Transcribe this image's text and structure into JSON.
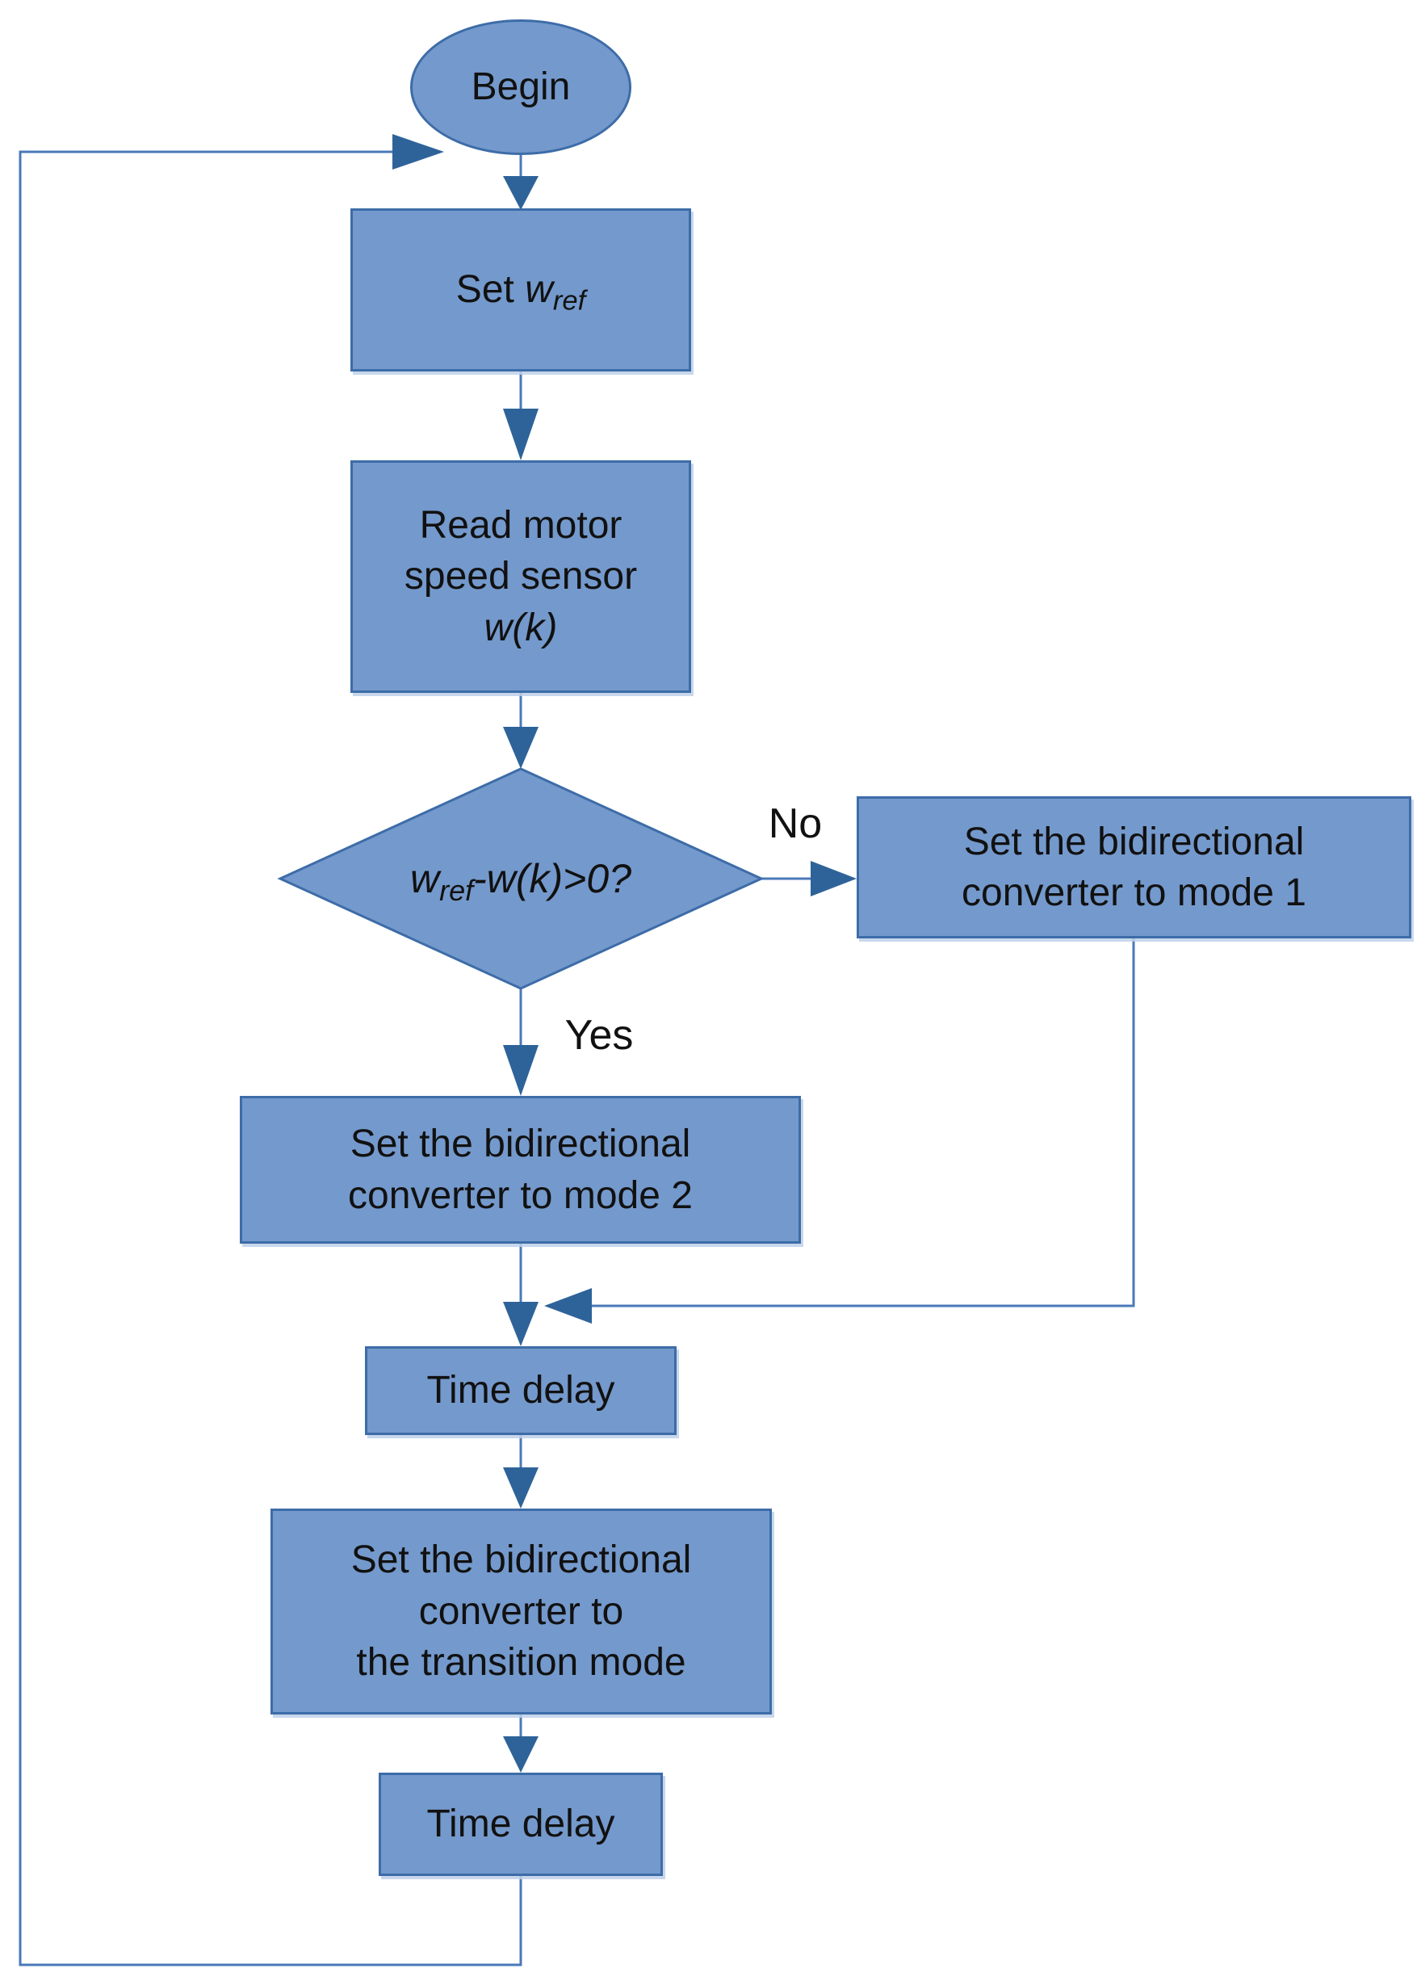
{
  "diagram": {
    "type": "flowchart",
    "colors": {
      "node_fill": "#7499CC",
      "node_border": "#3D6CA8",
      "line": "#4A79B8",
      "arrow": "#2E6399",
      "text": "#111111"
    },
    "nodes": {
      "begin": {
        "label": "Begin"
      },
      "set_wref": {
        "prefix": "Set ",
        "var": "w",
        "sub": "ref"
      },
      "read_sensor": {
        "line1": "Read motor",
        "line2": "speed sensor",
        "math": "w(k)"
      },
      "decision": {
        "var": "w",
        "sub": "ref",
        "rest": "-w(k)>0?"
      },
      "mode1": {
        "line1": "Set the bidirectional",
        "line2": "converter to mode 1"
      },
      "mode2": {
        "line1": "Set the bidirectional",
        "line2": "converter to mode 2"
      },
      "delay1": {
        "label": "Time delay"
      },
      "transition": {
        "line1": "Set the bidirectional",
        "line2": "converter to",
        "line3": "the transition mode"
      },
      "delay2": {
        "label": "Time delay"
      }
    },
    "edges": {
      "no_label": "No",
      "yes_label": "Yes"
    }
  }
}
